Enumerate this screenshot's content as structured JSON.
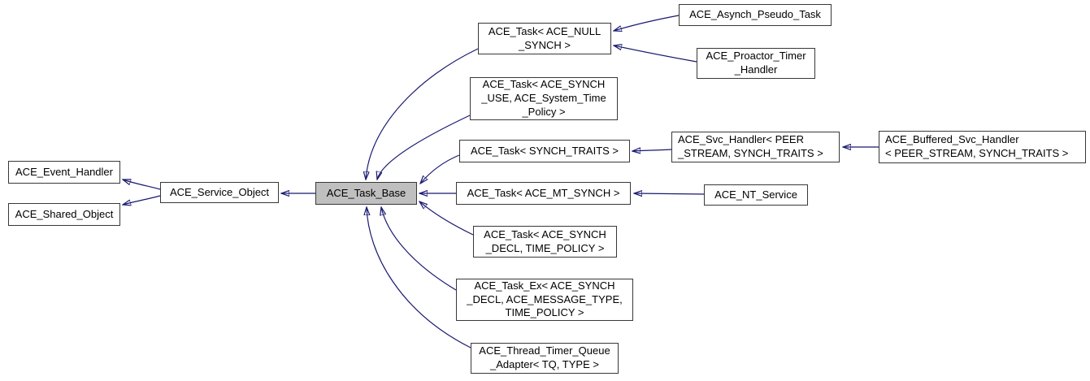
{
  "diagram": {
    "type": "class-inheritance-graph",
    "colors": {
      "background": "#ffffff",
      "edge": "#191970",
      "node_border": "#383838",
      "node_fill": "#ffffff",
      "highlight_fill": "#bfbfbf",
      "text": "#000000"
    },
    "highlighted_node": "ACE_Task_Base",
    "nodes": [
      {
        "label": "ACE_Event_Handler",
        "highlight": false
      },
      {
        "label": "ACE_Shared_Object",
        "highlight": false
      },
      {
        "label": "ACE_Service_Object",
        "highlight": false
      },
      {
        "label": "ACE_Task_Base",
        "highlight": true
      },
      {
        "label": "ACE_Task< ACE_NULL\n_SYNCH >",
        "highlight": false
      },
      {
        "label": "ACE_Asynch_Pseudo_Task",
        "highlight": false
      },
      {
        "label": "ACE_Proactor_Timer\n_Handler",
        "highlight": false
      },
      {
        "label": "ACE_Task< ACE_SYNCH\n_USE, ACE_System_Time\n_Policy >",
        "highlight": false
      },
      {
        "label": "ACE_Task< SYNCH_TRAITS >",
        "highlight": false
      },
      {
        "label": "ACE_Svc_Handler< PEER\n_STREAM, SYNCH_TRAITS >",
        "highlight": false
      },
      {
        "label": "ACE_Buffered_Svc_Handler\n< PEER_STREAM, SYNCH_TRAITS >",
        "highlight": false
      },
      {
        "label": "ACE_Task< ACE_MT_SYNCH >",
        "highlight": false
      },
      {
        "label": "ACE_NT_Service",
        "highlight": false
      },
      {
        "label": "ACE_Task< ACE_SYNCH\n_DECL, TIME_POLICY >",
        "highlight": false
      },
      {
        "label": "ACE_Task_Ex< ACE_SYNCH\n_DECL, ACE_MESSAGE_TYPE,\nTIME_POLICY >",
        "highlight": false
      },
      {
        "label": "ACE_Thread_Timer_Queue\n_Adapter< TQ, TYPE >",
        "highlight": false
      }
    ],
    "edges": [
      {
        "from": "ACE_Service_Object",
        "to": "ACE_Event_Handler"
      },
      {
        "from": "ACE_Service_Object",
        "to": "ACE_Shared_Object"
      },
      {
        "from": "ACE_Task_Base",
        "to": "ACE_Service_Object"
      },
      {
        "from": "ACE_Task< ACE_NULL _SYNCH >",
        "to": "ACE_Task_Base"
      },
      {
        "from": "ACE_Task< ACE_SYNCH _USE, ACE_System_Time _Policy >",
        "to": "ACE_Task_Base"
      },
      {
        "from": "ACE_Task< SYNCH_TRAITS >",
        "to": "ACE_Task_Base"
      },
      {
        "from": "ACE_Task< ACE_MT_SYNCH >",
        "to": "ACE_Task_Base"
      },
      {
        "from": "ACE_Task< ACE_SYNCH _DECL, TIME_POLICY >",
        "to": "ACE_Task_Base"
      },
      {
        "from": "ACE_Task_Ex< ACE_SYNCH _DECL, ACE_MESSAGE_TYPE, TIME_POLICY >",
        "to": "ACE_Task_Base"
      },
      {
        "from": "ACE_Thread_Timer_Queue _Adapter< TQ, TYPE >",
        "to": "ACE_Task_Base"
      },
      {
        "from": "ACE_Asynch_Pseudo_Task",
        "to": "ACE_Task< ACE_NULL _SYNCH >"
      },
      {
        "from": "ACE_Proactor_Timer _Handler",
        "to": "ACE_Task< ACE_NULL _SYNCH >"
      },
      {
        "from": "ACE_Svc_Handler< PEER _STREAM, SYNCH_TRAITS >",
        "to": "ACE_Task< SYNCH_TRAITS >"
      },
      {
        "from": "ACE_Buffered_Svc_Handler < PEER_STREAM, SYNCH_TRAITS >",
        "to": "ACE_Svc_Handler< PEER _STREAM, SYNCH_TRAITS >"
      },
      {
        "from": "ACE_NT_Service",
        "to": "ACE_Task< ACE_MT_SYNCH >"
      }
    ]
  }
}
